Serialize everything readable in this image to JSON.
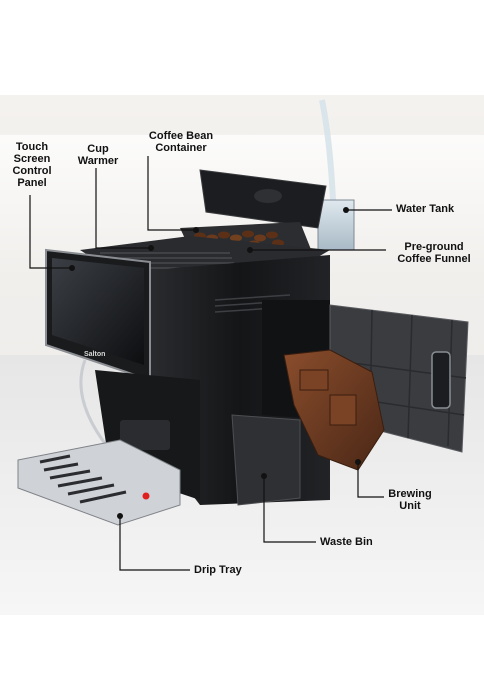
{
  "labels": {
    "touch_screen": "Touch\nScreen\nControl\nPanel",
    "cup_warmer": "Cup\nWarmer",
    "bean_container": "Coffee Bean\nContainer",
    "water_tank": "Water Tank",
    "pre_ground": "Pre-ground\nCoffee Funnel",
    "brewing_unit": "Brewing\nUnit",
    "waste_bin": "Waste Bin",
    "drip_tray": "Drip Tray"
  },
  "brand": "Salton",
  "colors": {
    "machine": "#1a1b1d",
    "brew_unit": "#6b3a22",
    "beans": "#5b3016",
    "counter": "#ececec",
    "background": "#ffffff"
  }
}
